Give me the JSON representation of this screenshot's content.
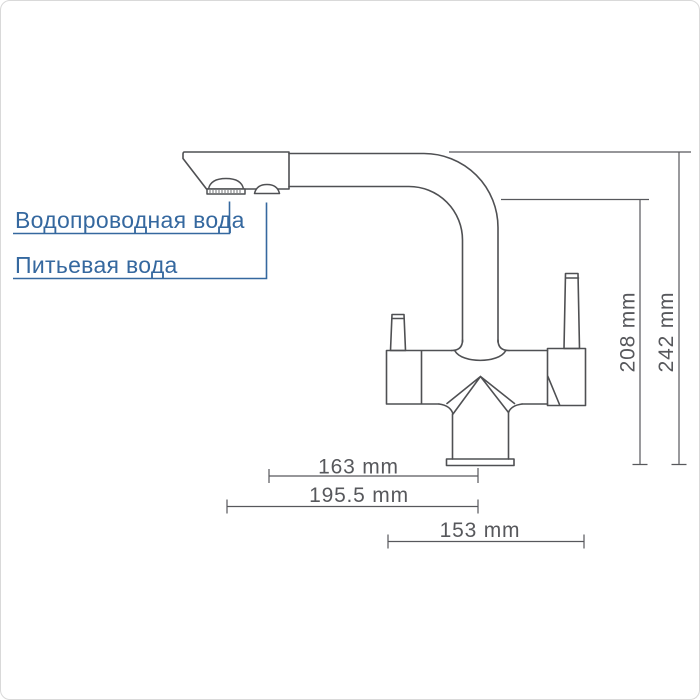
{
  "labels": {
    "tap_water": "Водопроводная вода",
    "drinking_water": "Питьевая вода"
  },
  "dimensions": {
    "spout_height": "208 mm",
    "total_height": "242 mm",
    "reach_aerator": "163 mm",
    "reach_total": "195.5 mm",
    "spout_depth": "153 mm"
  },
  "colors": {
    "drawing_line": "#4f5053",
    "dimension_line": "#57585c",
    "label_blue": "#35689f",
    "background": "#ffffff"
  }
}
